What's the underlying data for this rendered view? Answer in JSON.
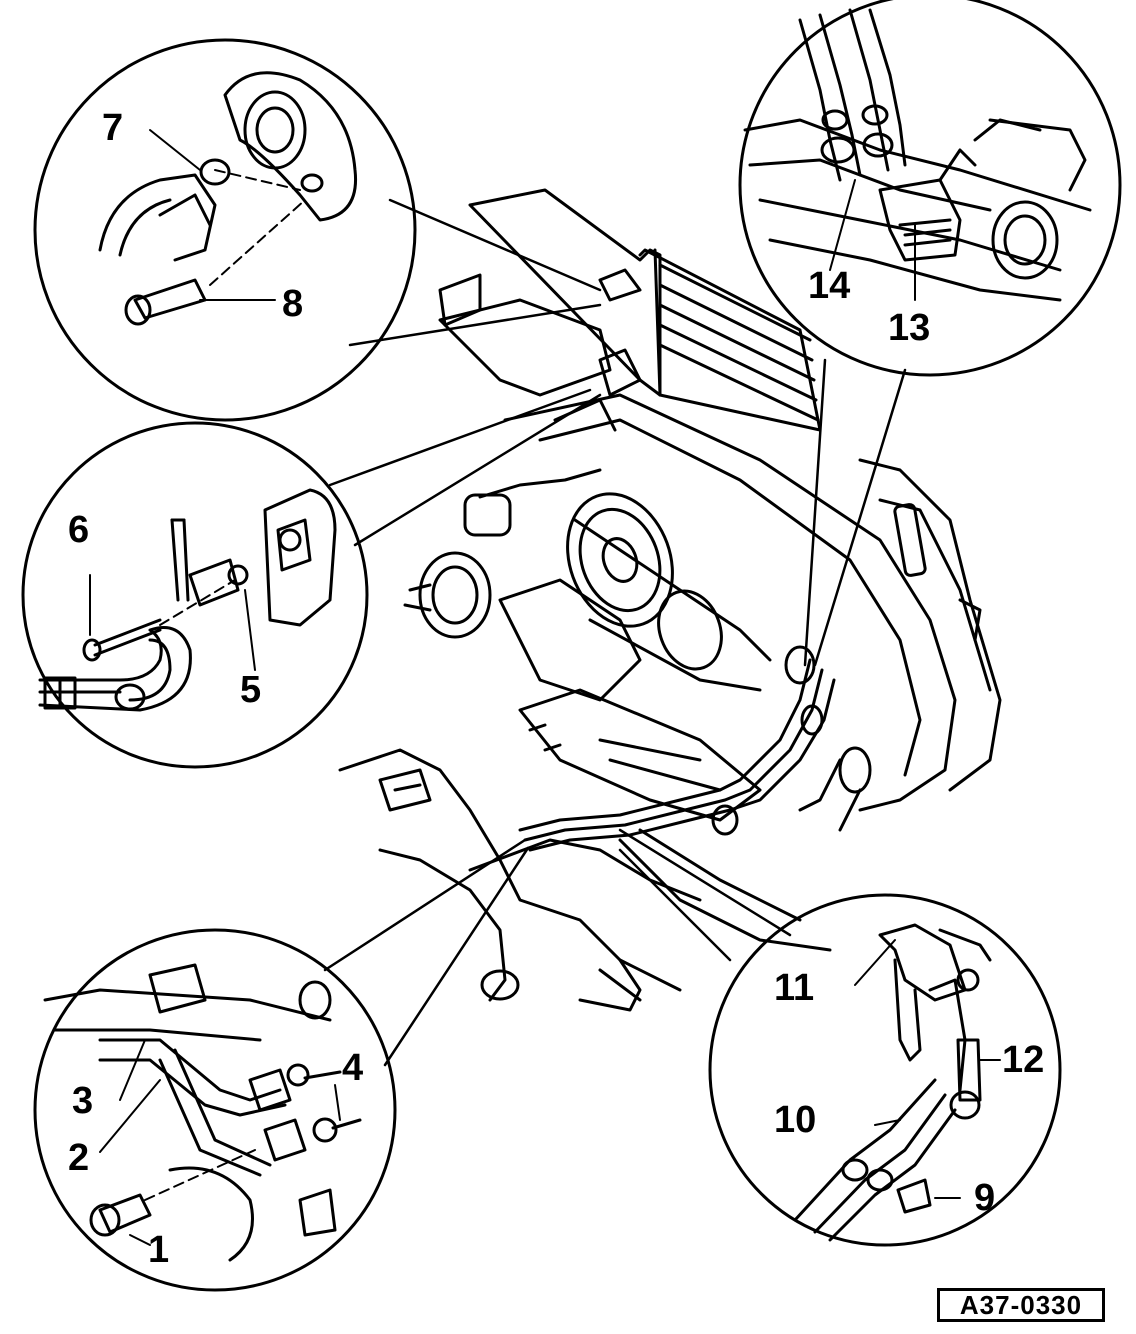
{
  "colors": {
    "ink": "#000000",
    "paper": "#ffffff"
  },
  "callouts": [
    {
      "id": "1",
      "label": "1"
    },
    {
      "id": "2",
      "label": "2"
    },
    {
      "id": "3",
      "label": "3"
    },
    {
      "id": "4",
      "label": "4"
    },
    {
      "id": "5",
      "label": "5"
    },
    {
      "id": "6",
      "label": "6"
    },
    {
      "id": "7",
      "label": "7"
    },
    {
      "id": "8",
      "label": "8"
    },
    {
      "id": "9",
      "label": "9"
    },
    {
      "id": "10",
      "label": "10"
    },
    {
      "id": "11",
      "label": "11"
    },
    {
      "id": "12",
      "label": "12"
    },
    {
      "id": "13",
      "label": "13"
    },
    {
      "id": "14",
      "label": "14"
    }
  ],
  "reference_code": "A37-0330"
}
